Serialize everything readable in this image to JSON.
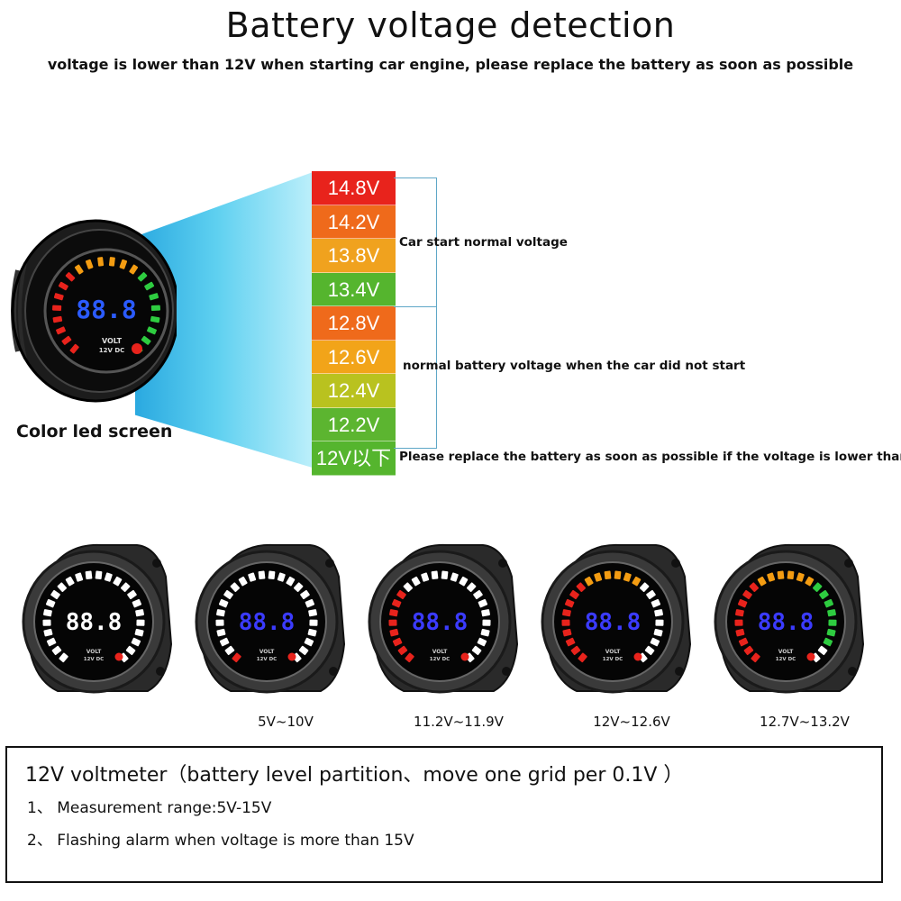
{
  "header": {
    "title": "Battery voltage detection",
    "subtitle": "voltage is lower than 12V when starting car engine, please replace the battery as soon as possible"
  },
  "led_caption": "Color led screen",
  "gauge_readout": "88.8",
  "gauge_text": {
    "volt": "VOLT",
    "dc": "12V DC"
  },
  "voltage_scale": [
    {
      "label": "14.8V",
      "color": "#e8231c"
    },
    {
      "label": "14.2V",
      "color": "#ef6a1b"
    },
    {
      "label": "13.8V",
      "color": "#f0a21e"
    },
    {
      "label": "13.4V",
      "color": "#55b52e"
    },
    {
      "label": "12.8V",
      "color": "#ef6a1b"
    },
    {
      "label": "12.6V",
      "color": "#f2a419"
    },
    {
      "label": "12.4V",
      "color": "#b9c21f"
    },
    {
      "label": "12.2V",
      "color": "#5cb530"
    },
    {
      "label": "12V以下",
      "color": "#55b52e"
    }
  ],
  "descriptions": {
    "start_normal": "Car start normal voltage",
    "no_start_normal": "normal battery voltage when the car did not start",
    "replace": "Please replace the battery as soon as possible if the voltage is lower than this"
  },
  "gauges": [
    {
      "range_label": "",
      "digit_color": "#ffffff",
      "segments_lit": 0
    },
    {
      "range_label": "5V~10V",
      "digit_color": "#3b3bff",
      "segments_lit": 1
    },
    {
      "range_label": "11.2V~11.9V",
      "digit_color": "#3b3bff",
      "segments_lit": 8
    },
    {
      "range_label": "12V~12.6V",
      "digit_color": "#3b3bff",
      "segments_lit": 15
    },
    {
      "range_label": "12.7V~13.2V",
      "digit_color": "#3b3bff",
      "segments_lit": 22
    }
  ],
  "info": {
    "heading": "12V voltmeter（battery level partition、move one grid per 0.1V ）",
    "items": [
      "1、  Measurement range:5V-15V",
      "2、  Flashing alarm when voltage is more than 15V"
    ]
  },
  "colors": {
    "ring_red": "#e8231c",
    "ring_orange": "#f39c12",
    "ring_green": "#2ecc40",
    "ring_blue": "#2b5bff",
    "ring_white": "#ffffff"
  }
}
